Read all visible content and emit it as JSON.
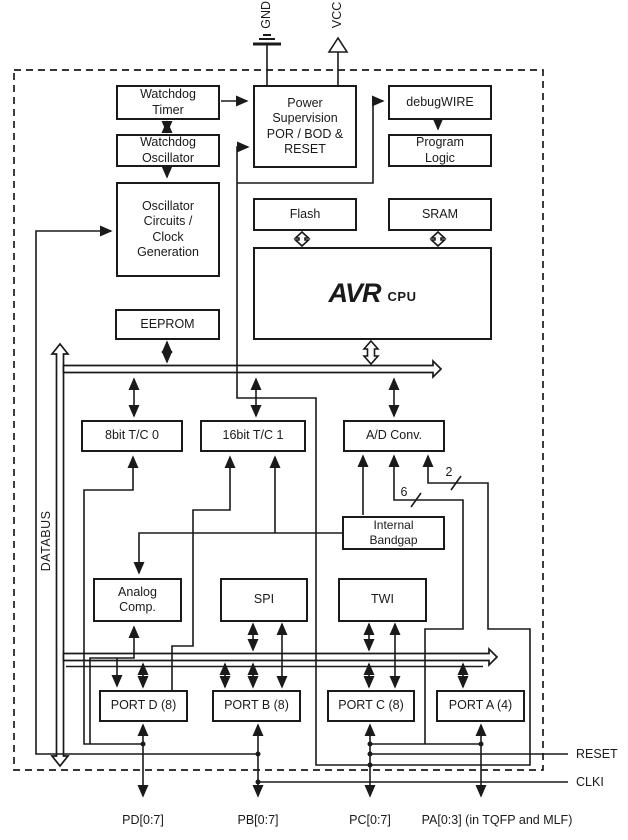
{
  "diagram": {
    "title_hint": "AVR microcontroller block diagram",
    "colors": {
      "ink": "#1a1a1a",
      "paper": "#ffffff"
    },
    "power_pins": {
      "gnd": "GND",
      "vcc": "VCC"
    },
    "blocks": {
      "watchdog_timer": {
        "label": "Watchdog\nTimer"
      },
      "watchdog_osc": {
        "label": "Watchdog\nOscillator"
      },
      "osc_circuits": {
        "label": "Oscillator\nCircuits /\nClock\nGeneration"
      },
      "power_supervision": {
        "label": "Power\nSupervision\nPOR / BOD &\nRESET"
      },
      "debugwire": {
        "label": "debugWIRE"
      },
      "program_logic": {
        "label": "Program\nLogic"
      },
      "flash": {
        "label": "Flash"
      },
      "sram": {
        "label": "SRAM"
      },
      "cpu": {
        "logo": "AVR",
        "label": "CPU"
      },
      "eeprom": {
        "label": "EEPROM"
      },
      "tc0": {
        "label": "8bit T/C 0"
      },
      "tc1": {
        "label": "16bit T/C 1"
      },
      "adc": {
        "label": "A/D Conv."
      },
      "bandgap": {
        "label": "Internal\nBandgap"
      },
      "analog_comp": {
        "label": "Analog\nComp."
      },
      "spi": {
        "label": "SPI"
      },
      "twi": {
        "label": "TWI"
      },
      "portd": {
        "label": "PORT D (8)"
      },
      "portb": {
        "label": "PORT B (8)"
      },
      "portc": {
        "label": "PORT C (8)"
      },
      "porta": {
        "label": "PORT A (4)"
      }
    },
    "bus": {
      "databus_label": "DATABUS"
    },
    "annotations": {
      "adc_channels_6": "6",
      "adc_channels_2": "2"
    },
    "signals": {
      "reset": "RESET",
      "clki": "CLKI"
    },
    "pins": {
      "pd": "PD[0:7]",
      "pb": "PB[0:7]",
      "pc": "PC[0:7]",
      "pa": "PA[0:3] (in TQFP and MLF)"
    }
  }
}
